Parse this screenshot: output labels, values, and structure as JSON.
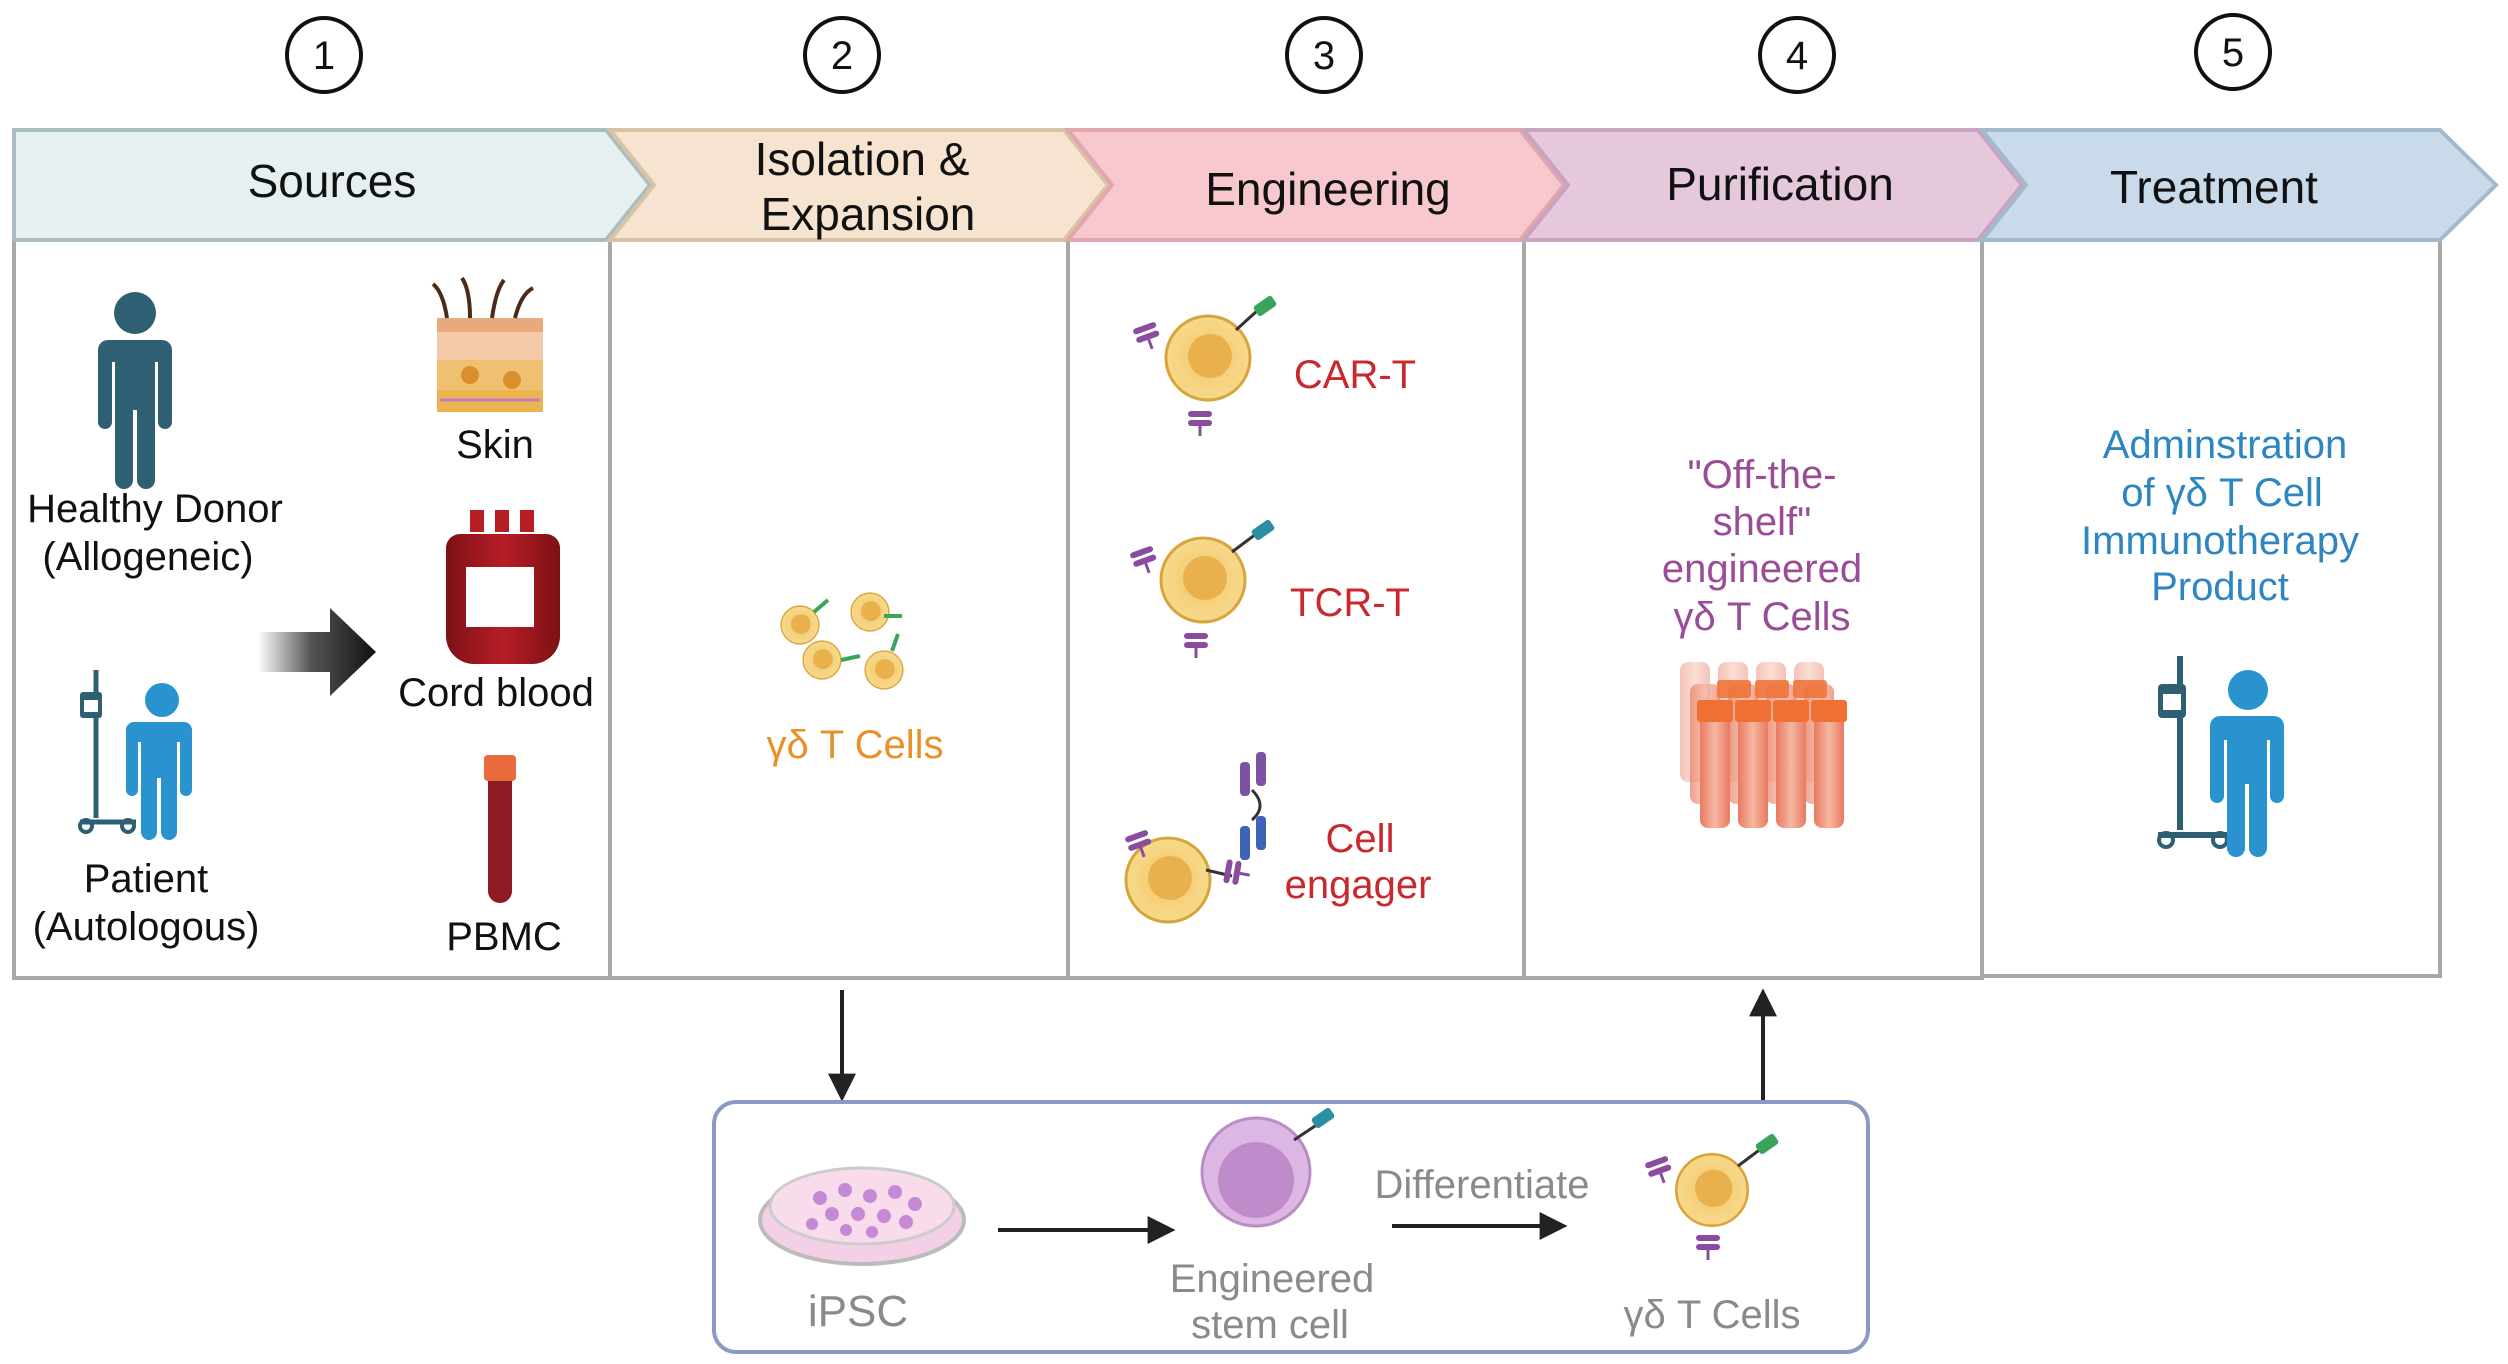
{
  "steps": [
    {
      "number": "1",
      "header": [
        "Sources"
      ]
    },
    {
      "number": "2",
      "header": [
        "Isolation &",
        "Expansion"
      ]
    },
    {
      "number": "3",
      "header": [
        "Engineering"
      ]
    },
    {
      "number": "4",
      "header": [
        "Purification"
      ]
    },
    {
      "number": "5",
      "header": [
        "Treatment"
      ]
    }
  ],
  "sources": {
    "healthy_donor": [
      "Healthy Donor",
      "(Allogeneic)"
    ],
    "patient": [
      "Patient",
      "(Autologous)"
    ],
    "skin": "Skin",
    "cord_blood": "Cord blood",
    "pbmc": "PBMC"
  },
  "isolation": {
    "cells_label": "γδ T Cells"
  },
  "engineering": {
    "car_t": "CAR-T",
    "tcr_t": "TCR-T",
    "cell_engager": [
      "Cell",
      "engager"
    ]
  },
  "purification": {
    "product": [
      "\"Off-the-",
      "shelf\"",
      "engineered",
      "γδ T Cells"
    ]
  },
  "treatment": {
    "administration": [
      "Adminstration",
      "of γδ T Cell",
      "Immunotherapy",
      "Product"
    ]
  },
  "ipsc_path": {
    "ipsc": "iPSC",
    "engineered_stem_cell": [
      "Engineered",
      "stem cell"
    ],
    "differentiate": "Differentiate",
    "gd_t_cells": "γδ T Cells"
  },
  "colors": {
    "header_sources": "#e6f0f1",
    "header_isolation": "#f7e4d0",
    "header_engineering": "#f7c9cf",
    "header_purification": "#e6c8dc",
    "header_treatment": "#c9dbea",
    "person_dark": "#2f5f72",
    "person_blue": "#2a93cf",
    "orange_text": "#e8912a",
    "red_text": "#c8282e",
    "purple_text": "#9a4c97",
    "blue_text": "#2e86c1",
    "gray_text": "#8a8a8a"
  }
}
